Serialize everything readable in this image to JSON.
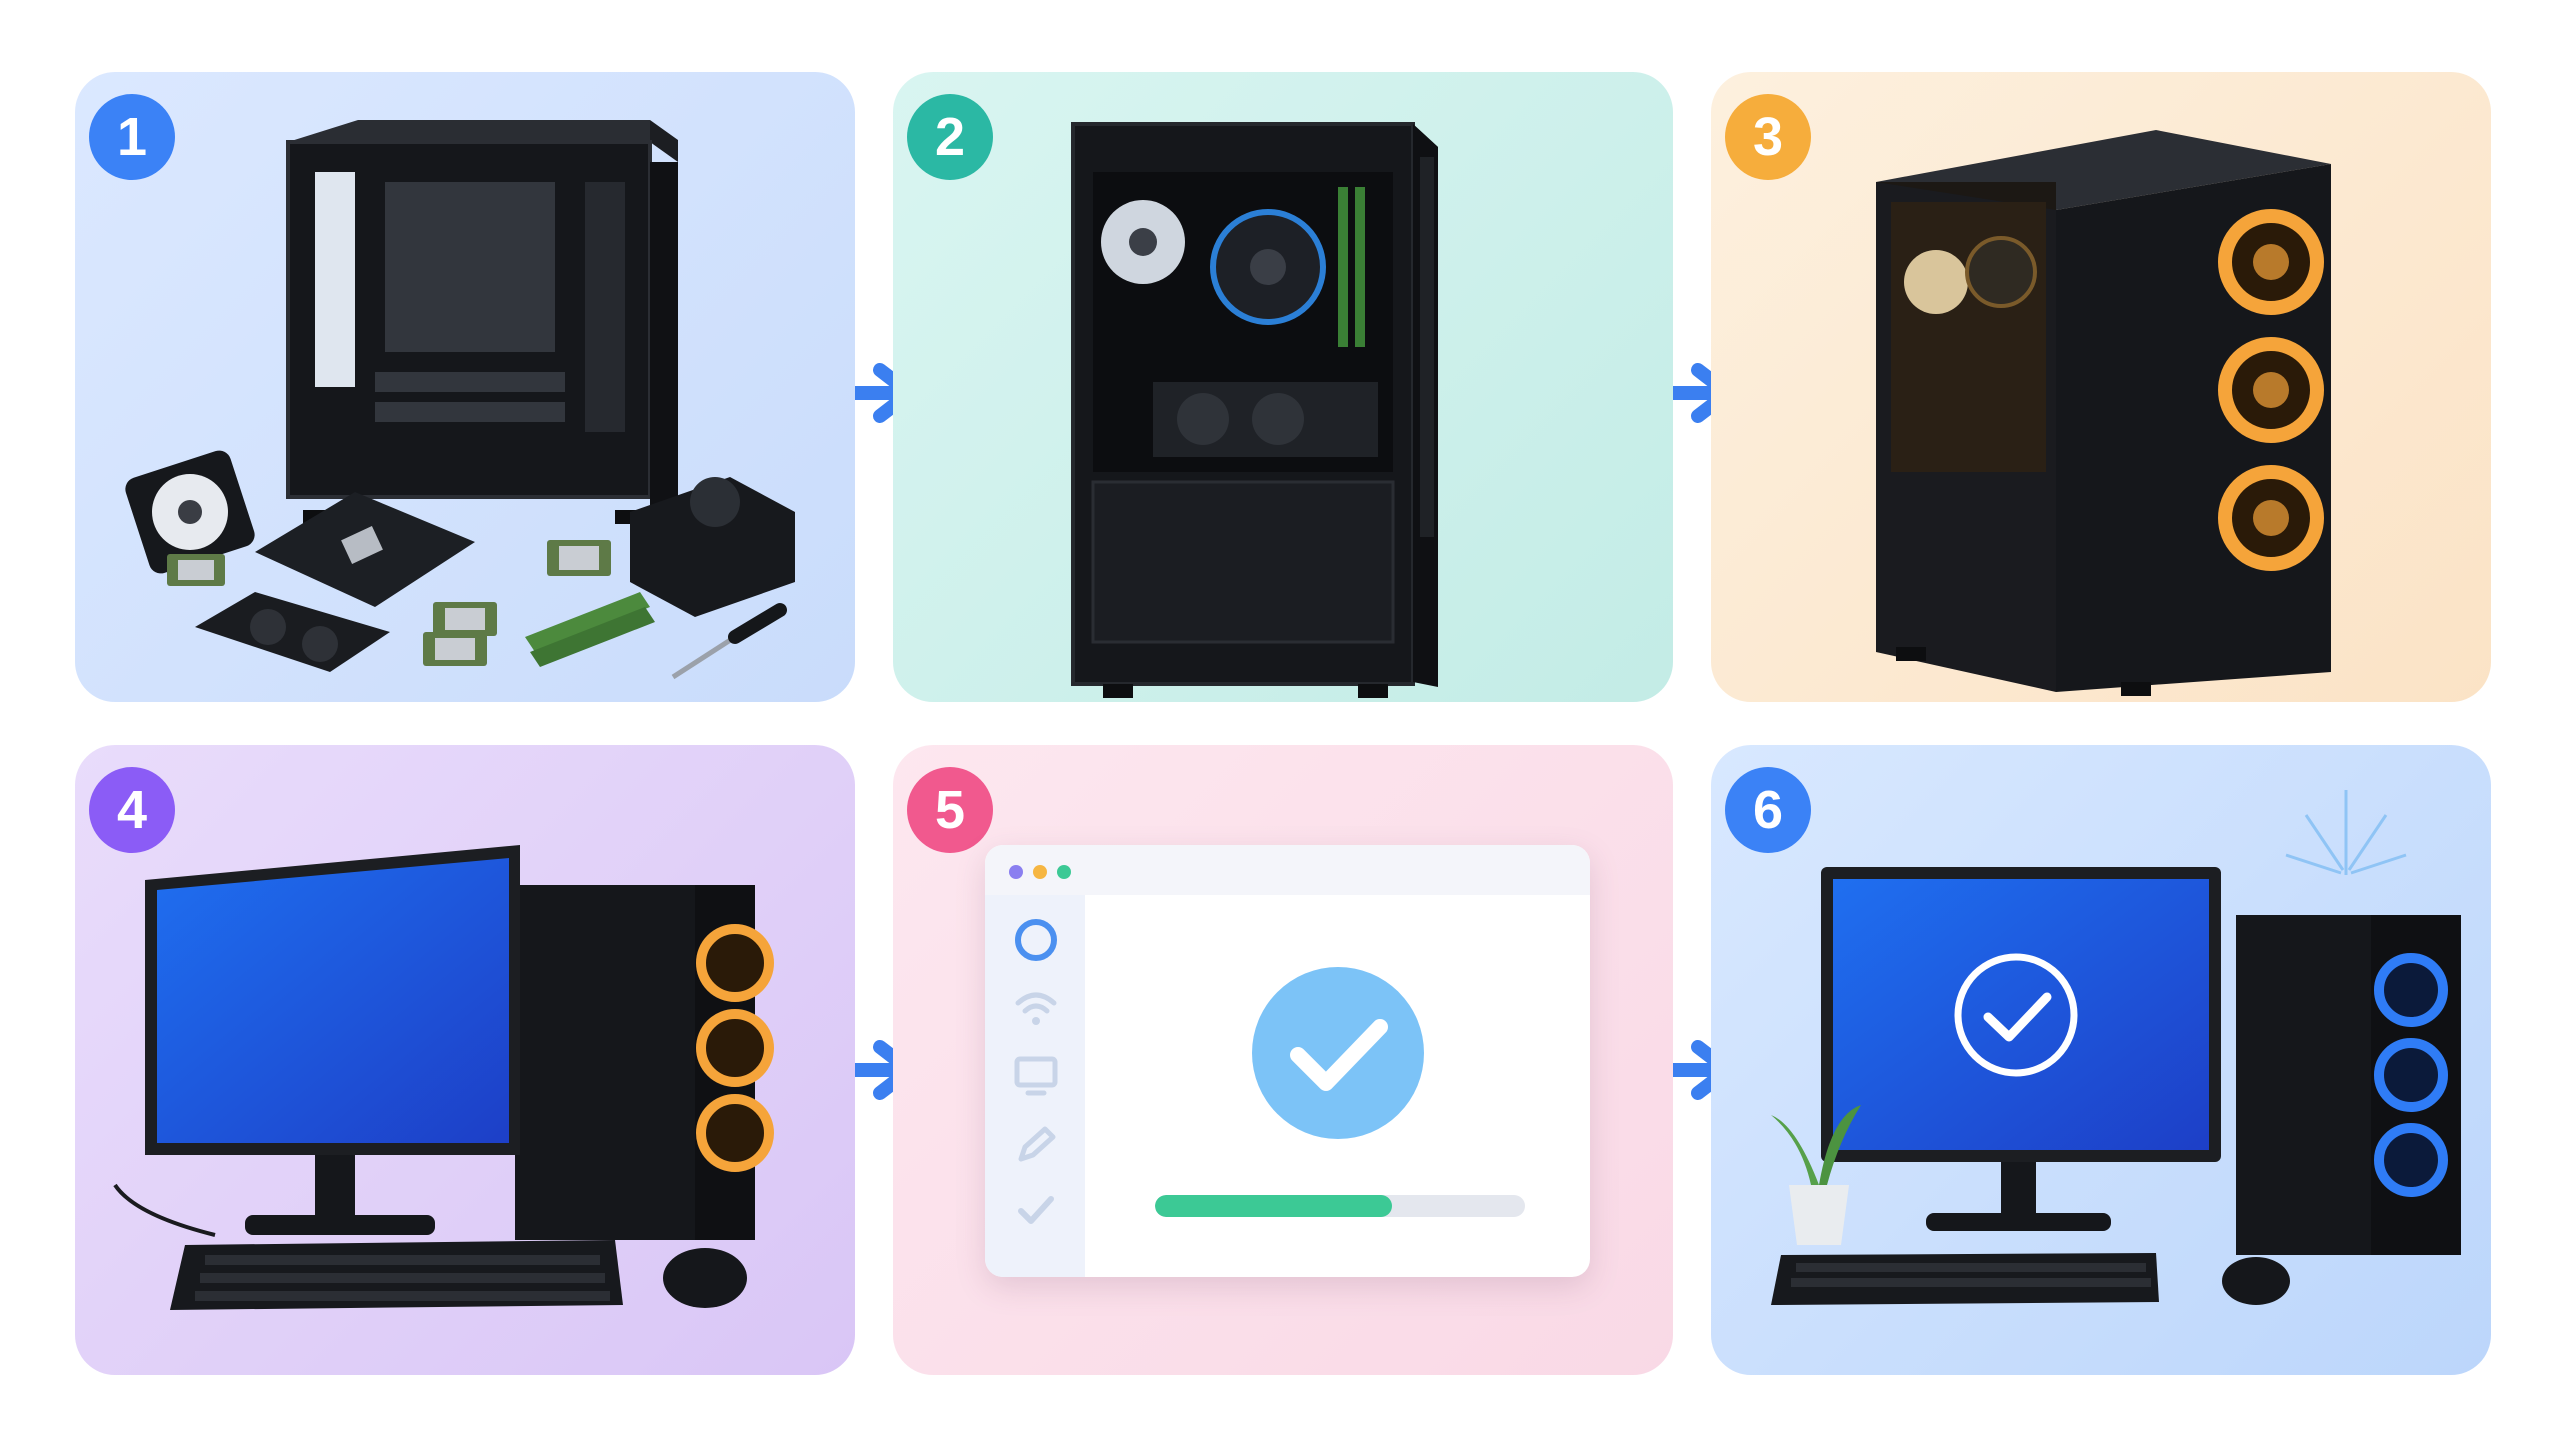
{
  "steps": [
    {
      "number": "1",
      "badge_color": "#3b82f6",
      "icon": "pc-parts-unboxed"
    },
    {
      "number": "2",
      "badge_color": "#2bb8a4",
      "icon": "pc-case-assembled"
    },
    {
      "number": "3",
      "badge_color": "#f6ad3c",
      "icon": "pc-case-glowing-fans"
    },
    {
      "number": "4",
      "badge_color": "#8b5cf6",
      "icon": "desktop-setup"
    },
    {
      "number": "5",
      "badge_color": "#f1598e",
      "icon": "install-progress-window"
    },
    {
      "number": "6",
      "badge_color": "#3b82f6",
      "icon": "desktop-complete-check"
    }
  ],
  "install_window": {
    "progress": 0.64,
    "progress_color": "#3cc995",
    "check_color": "#7cc3f7",
    "sidebar_icons": [
      "circle-icon",
      "wifi-icon",
      "monitor-icon",
      "pen-icon",
      "check-icon"
    ]
  },
  "arrow_color": "#3b7ff0",
  "fan_glow_color": "#f5a43a",
  "blue_fan_color": "#2f7cf6"
}
